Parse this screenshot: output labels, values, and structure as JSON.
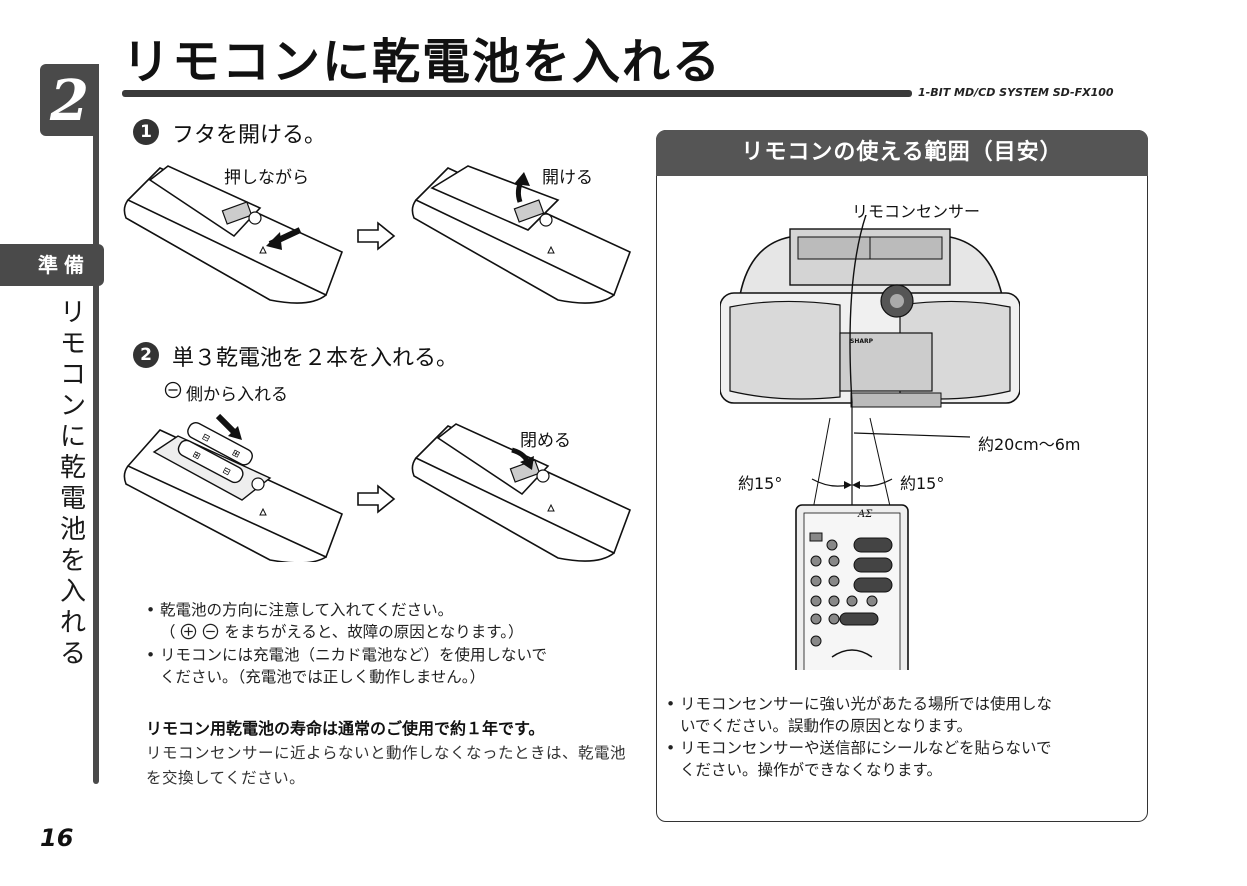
{
  "chapter": {
    "number": "2",
    "section": "準備",
    "vertical_title": "リモコンに乾電池を入れる"
  },
  "title": "リモコンに乾電池を入れる",
  "model": "1-BIT MD/CD SYSTEM  SD-FX100",
  "steps": [
    {
      "number": "1",
      "text": "フタを開ける。",
      "labels": [
        "押しながら",
        "開ける"
      ]
    },
    {
      "number": "2",
      "text": "単３乾電池を２本を入れる。",
      "labels": [
        "側から入れる",
        "閉める"
      ]
    }
  ],
  "notes": [
    {
      "line1": "乾電池の方向に注意して入れてください。",
      "line2_before": "（",
      "line2_after": "をまちがえると、故障の原因となります。）"
    },
    {
      "line1": "リモコンには充電池（ニカド電池など）を使用しないで",
      "line2": "ください。（充電池では正しく動作しません。）"
    }
  ],
  "battery_life": {
    "heading": "リモコン用乾電池の寿命は通常のご使用で約１年です。",
    "text": "リモコンセンサーに近よらないと動作しなくなったときは、乾電池を交換してください。"
  },
  "range_panel": {
    "title": "リモコンの使える範囲（目安）",
    "sensor_label": "リモコンセンサー",
    "distance_label": "約20cm〜6m",
    "angle_left": "約15°",
    "angle_right": "約15°",
    "notes": [
      {
        "line1": "リモコンセンサーに強い光があたる場所では使用しな",
        "line2": "いでください。誤動作の原因となります。"
      },
      {
        "line1": "リモコンセンサーや送信部にシールなどを貼らないで",
        "line2": "ください。操作ができなくなります。"
      }
    ]
  },
  "page_number": "16"
}
